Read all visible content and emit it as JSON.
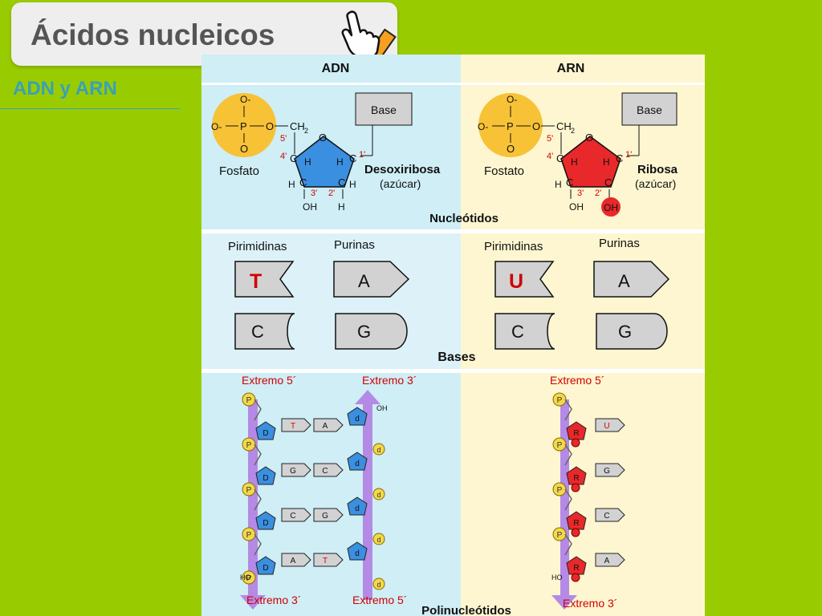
{
  "slide": {
    "title": "Ácidos nucleicos",
    "subtitle": "ADN y ARN"
  },
  "header": {
    "dna": "ADN",
    "rna": "ARN"
  },
  "nucleotides": {
    "base": "Base",
    "dna_phosphate_label": "Fosfato",
    "rna_phosphate_label": "Fostato",
    "dna_sugar": "Desoxiribosa",
    "rna_sugar": "Ribosa",
    "sugar_note": "(azúcar)",
    "section": "Nucleótidos",
    "o": "O",
    "o_minus": "O-",
    "p": "P",
    "ch2": "CH",
    "sub2": "2",
    "pos5": "5'",
    "pos4": "4'",
    "pos3": "3'",
    "pos2": "2'",
    "pos1": "1'",
    "h": "H",
    "c": "C",
    "oh": "OH"
  },
  "bases": {
    "pyrimidines": "Pirimidinas",
    "purines": "Purinas",
    "t": "T",
    "u": "U",
    "a": "A",
    "c": "C",
    "g": "G",
    "section": "Bases"
  },
  "polynucleotides": {
    "end5": "Extremo 5´",
    "end3": "Extremo 3´",
    "p": "P",
    "d": "d",
    "D": "D",
    "R": "R",
    "oh": "OH",
    "ho": "HO",
    "section": "Polinucleótidos"
  }
}
